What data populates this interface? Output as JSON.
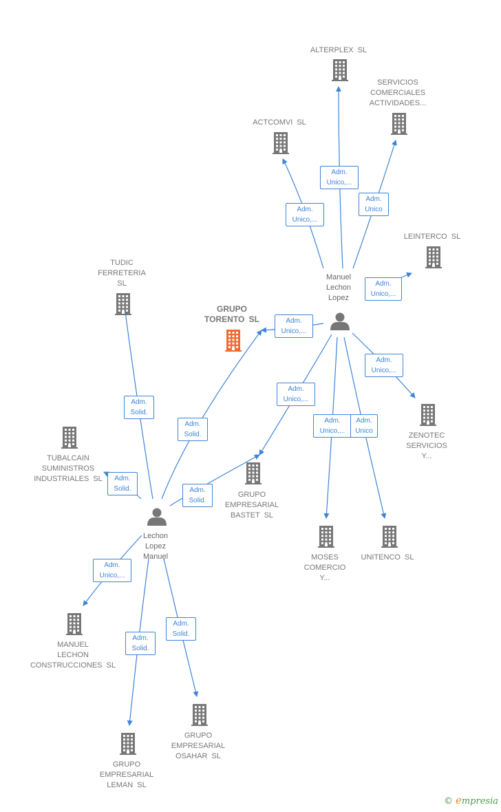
{
  "colors": {
    "edge": "#3d83d6",
    "building": "#777777",
    "focus_building": "#f26a32",
    "person": "#777777",
    "label": "#777777"
  },
  "nodes": [
    {
      "id": "alterplex",
      "lines": [
        "ALTERPLEX  SL"
      ],
      "kind": "company"
    },
    {
      "id": "servicios",
      "lines": [
        "SERVICIOS",
        "COMERCIALES",
        "ACTIVIDADES..."
      ],
      "kind": "company"
    },
    {
      "id": "actcomvi",
      "lines": [
        "ACTCOMVI  SL"
      ],
      "kind": "company"
    },
    {
      "id": "leinterco",
      "lines": [
        "LEINTERCO  SL"
      ],
      "kind": "company"
    },
    {
      "id": "tudic",
      "lines": [
        "TUDIC",
        "FERRETERIA",
        "SL"
      ],
      "kind": "company"
    },
    {
      "id": "torento",
      "lines": [
        "GRUPO",
        "TORENTO  SL"
      ],
      "kind": "focus"
    },
    {
      "id": "zenotec",
      "lines": [
        "ZENOTEC",
        "SERVICIOS",
        "Y..."
      ],
      "kind": "company"
    },
    {
      "id": "tubalcain",
      "lines": [
        "TUBALCAIN",
        "SUMINISTROS",
        "INDUSTRIALES SL"
      ],
      "kind": "company"
    },
    {
      "id": "bastet",
      "lines": [
        "GRUPO",
        "EMPRESARIAL",
        "BASTET  SL"
      ],
      "kind": "company"
    },
    {
      "id": "moses",
      "lines": [
        "MOSES",
        "COMERCIO",
        "Y..."
      ],
      "kind": "company"
    },
    {
      "id": "unitenco",
      "lines": [
        "UNITENCO  SL"
      ],
      "kind": "company"
    },
    {
      "id": "manuel_const",
      "lines": [
        "MANUEL",
        "LECHON",
        "CONSTRUCCIONES SL"
      ],
      "kind": "company"
    },
    {
      "id": "osahar",
      "lines": [
        "GRUPO",
        "EMPRESARIAL",
        "OSAHAR  SL"
      ],
      "kind": "company"
    },
    {
      "id": "leman",
      "lines": [
        "GRUPO",
        "EMPRESARIAL",
        "LEMAN  SL"
      ],
      "kind": "company"
    },
    {
      "id": "p_manuel",
      "lines": [
        "Manuel",
        "Lechon",
        "Lopez"
      ],
      "kind": "person"
    },
    {
      "id": "p_lechon",
      "lines": [
        "Lechon",
        "Lopez",
        "Manuel"
      ],
      "kind": "person"
    }
  ],
  "edges": [
    {
      "from": "p_manuel",
      "to": "alterplex",
      "lines": [
        "Adm.",
        "Unico,..."
      ]
    },
    {
      "from": "p_manuel",
      "to": "servicios",
      "lines": [
        "Adm.",
        "Unico"
      ]
    },
    {
      "from": "p_manuel",
      "to": "actcomvi",
      "lines": [
        "Adm.",
        "Unico,..."
      ]
    },
    {
      "from": "p_manuel",
      "to": "leinterco",
      "lines": [
        "Adm.",
        "Unico,..."
      ]
    },
    {
      "from": "p_manuel",
      "to": "torento",
      "lines": [
        "Adm.",
        "Unico,..."
      ]
    },
    {
      "from": "p_manuel",
      "to": "zenotec",
      "lines": [
        "Adm.",
        "Unico,..."
      ]
    },
    {
      "from": "p_manuel",
      "to": "bastet",
      "lines": [
        "Adm.",
        "Unico,..."
      ]
    },
    {
      "from": "p_manuel",
      "to": "moses",
      "lines": [
        "Adm.",
        "Unico,..."
      ]
    },
    {
      "from": "p_manuel",
      "to": "unitenco",
      "lines": [
        "Adm.",
        "Unico"
      ]
    },
    {
      "from": "p_lechon",
      "to": "tudic",
      "lines": [
        "Adm.",
        "Solid."
      ]
    },
    {
      "from": "p_lechon",
      "to": "torento",
      "lines": [
        "Adm.",
        "Solid."
      ]
    },
    {
      "from": "p_lechon",
      "to": "tubalcain",
      "lines": [
        "Adm.",
        "Solid."
      ]
    },
    {
      "from": "p_lechon",
      "to": "bastet",
      "lines": [
        "Adm.",
        "Solid."
      ]
    },
    {
      "from": "p_lechon",
      "to": "manuel_const",
      "lines": [
        "Adm.",
        "Unico,..."
      ]
    },
    {
      "from": "p_lechon",
      "to": "leman",
      "lines": [
        "Adm.",
        "Solid."
      ]
    },
    {
      "from": "p_lechon",
      "to": "osahar",
      "lines": [
        "Adm.",
        "Solid."
      ]
    }
  ],
  "footer": {
    "copyright": "©",
    "brand_initial": "e",
    "brand_rest": "mpresia"
  }
}
